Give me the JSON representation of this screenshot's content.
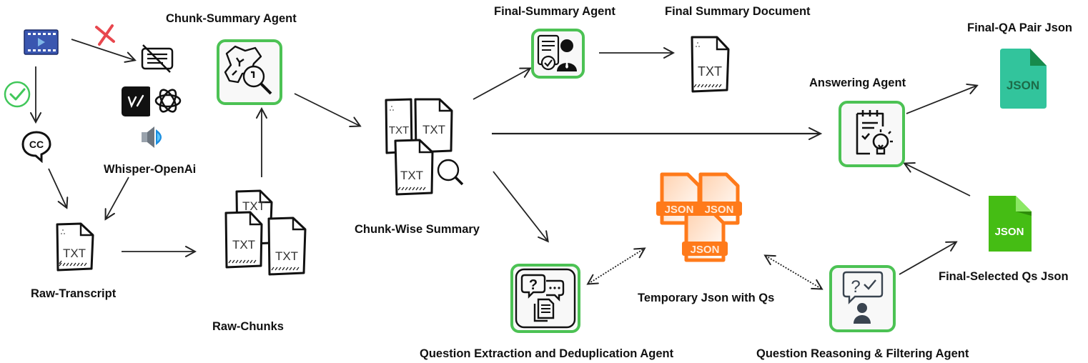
{
  "diagram": {
    "type": "pipeline-flow",
    "colors": {
      "agent_border": "#4cc254",
      "arrow": "#222222",
      "temp_json": "#ff7a1a",
      "final_qa_json": "#32c49c",
      "final_qa_json_fold": "#178a4c",
      "final_selected_json": "#45bd14",
      "reject_mark": "#e8474e",
      "accept_mark": "#41c75a",
      "video_icon": "#3a56b0"
    },
    "nodes": {
      "video": {
        "icon": "video-file-icon"
      },
      "no_subtitles": {
        "icon": "no-subtitles-icon",
        "status_icon": "red-x-icon"
      },
      "captions": {
        "icon": "closed-captions-icon",
        "status_icon": "green-check-icon"
      },
      "whisper": {
        "label": "Whisper-OpenAi",
        "icons": [
          "whisper-logo-icon",
          "openai-logo-icon",
          "speaker-icon"
        ]
      },
      "raw_transcript": {
        "label": "Raw-Transcript",
        "doc_text": "TXT"
      },
      "raw_chunks": {
        "label": "Raw-Chunks",
        "doc_text": "TXT"
      },
      "chunk_summary_agent": {
        "label": "Chunk-Summary Agent",
        "icon": "puzzle-search-icon"
      },
      "chunk_wise_summary": {
        "label": "Chunk-Wise Summary",
        "doc_text": "TXT"
      },
      "final_summary_agent": {
        "label": "Final-Summary Agent",
        "icon": "document-approval-person-icon"
      },
      "final_summary_document": {
        "label": "Final Summary Document",
        "doc_text": "TXT"
      },
      "answering_agent": {
        "label": "Answering Agent",
        "icon": "clipboard-idea-icon"
      },
      "final_qa_pair_json": {
        "label": "Final-QA Pair Json",
        "doc_text": "JSON"
      },
      "temporary_json": {
        "label": "Temporary Json with Qs",
        "doc_text": "JSON"
      },
      "question_extraction_agent": {
        "label": "Question Extraction and Deduplication Agent",
        "icon": "question-chat-docs-icon"
      },
      "question_reasoning_agent": {
        "label": "Question Reasoning & Filtering Agent",
        "icon": "question-check-person-icon"
      },
      "final_selected_qs_json": {
        "label": "Final-Selected Qs Json",
        "doc_text": "JSON"
      }
    },
    "edges": [
      {
        "from": "video",
        "to": "no_subtitles",
        "style": "solid",
        "status": "rejected"
      },
      {
        "from": "video",
        "to": "captions",
        "style": "solid",
        "status": "accepted"
      },
      {
        "from": "captions",
        "to": "raw_transcript",
        "style": "solid"
      },
      {
        "from": "whisper",
        "to": "raw_transcript",
        "style": "solid"
      },
      {
        "from": "raw_transcript",
        "to": "raw_chunks",
        "style": "solid"
      },
      {
        "from": "raw_chunks",
        "to": "chunk_summary_agent",
        "style": "solid"
      },
      {
        "from": "chunk_summary_agent",
        "to": "chunk_wise_summary",
        "style": "solid"
      },
      {
        "from": "chunk_wise_summary",
        "to": "final_summary_agent",
        "style": "solid"
      },
      {
        "from": "final_summary_agent",
        "to": "final_summary_document",
        "style": "solid"
      },
      {
        "from": "chunk_wise_summary",
        "to": "answering_agent",
        "style": "solid"
      },
      {
        "from": "chunk_wise_summary",
        "to": "question_extraction_agent",
        "style": "solid"
      },
      {
        "from": "question_extraction_agent",
        "to": "temporary_json",
        "style": "dotted",
        "bidirectional": true
      },
      {
        "from": "temporary_json",
        "to": "question_reasoning_agent",
        "style": "dotted",
        "bidirectional": true
      },
      {
        "from": "question_reasoning_agent",
        "to": "final_selected_qs_json",
        "style": "solid"
      },
      {
        "from": "final_selected_qs_json",
        "to": "answering_agent",
        "style": "solid"
      },
      {
        "from": "answering_agent",
        "to": "final_qa_pair_json",
        "style": "solid"
      }
    ]
  }
}
